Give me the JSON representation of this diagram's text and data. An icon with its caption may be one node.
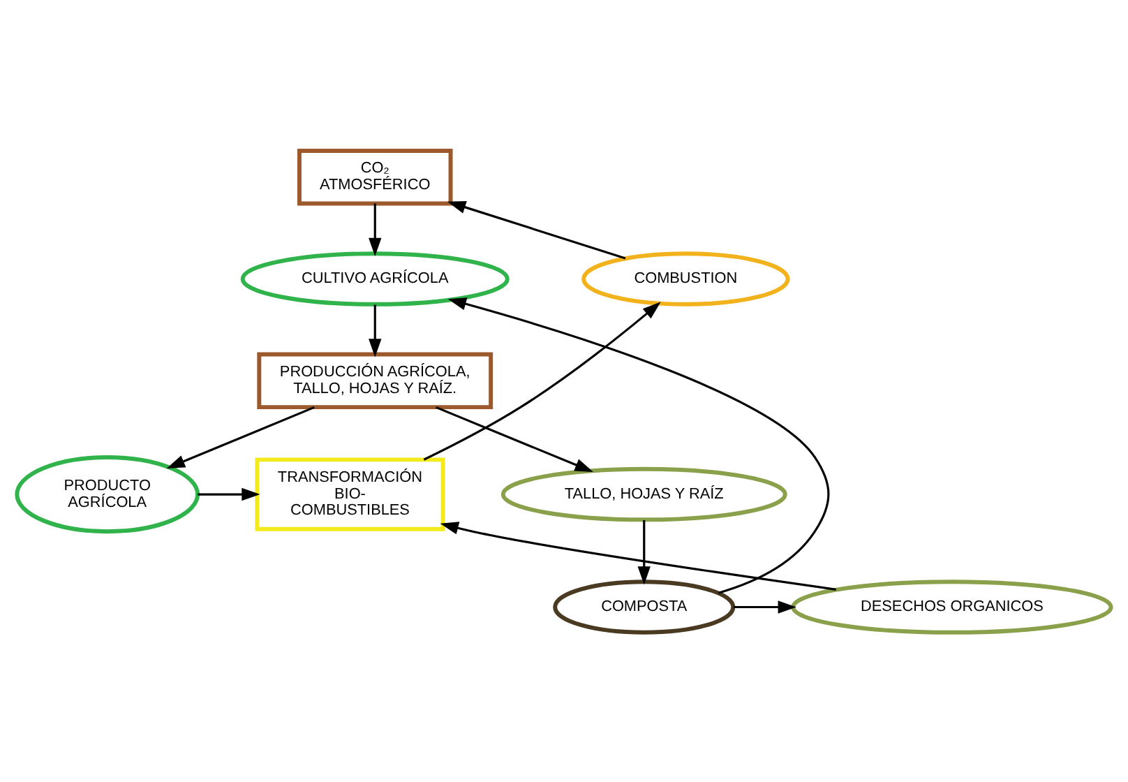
{
  "diagram": {
    "nodes": [
      {
        "text": [
          "CO₂ ATMOSFÉRICO"
        ]
      },
      {
        "text": [
          "COMBUSTION"
        ]
      },
      {
        "text": [
          "CULTIVO AGRÍCOLA"
        ]
      },
      {
        "text": [
          "PRODUCCIÓN AGRÍCOLA, TALLO, HOJAS Y RAÍZ."
        ]
      },
      {
        "text": [
          "TRANSFORMACIÓN BIO- COMBUSTIBLES"
        ]
      },
      {
        "text": [
          "PRODUCTO AGRÍCOLA"
        ]
      },
      {
        "text": [
          "TALLO, HOJAS Y RAÍZ"
        ]
      },
      {
        "text": [
          "DESECHOS ORGANICOS"
        ]
      },
      {
        "text": [
          "COMPOSTA"
        ]
      }
    ],
    "edges": [
      {
        "from": 1,
        "to": 0,
        "arrow": "to"
      },
      {
        "from": 0,
        "to": 2,
        "arrow": "to"
      },
      {
        "from": 2,
        "to": 3,
        "arrow": "to"
      },
      {
        "from": 3,
        "to": 5,
        "arrow": "to"
      },
      {
        "from": 3,
        "to": 6,
        "arrow": "to"
      },
      {
        "from": 5,
        "to": 4,
        "arrow": "to"
      },
      {
        "from": 4,
        "to": 1,
        "arrow": "to"
      },
      {
        "from": 7,
        "to": 4,
        "arrow": "to"
      },
      {
        "from": 6,
        "to": 8,
        "arrow": "to"
      },
      {
        "from": 8,
        "to": 7,
        "arrow": "to"
      },
      {
        "from": 8,
        "to": 2,
        "arrow": "to"
      }
    ]
  }
}
